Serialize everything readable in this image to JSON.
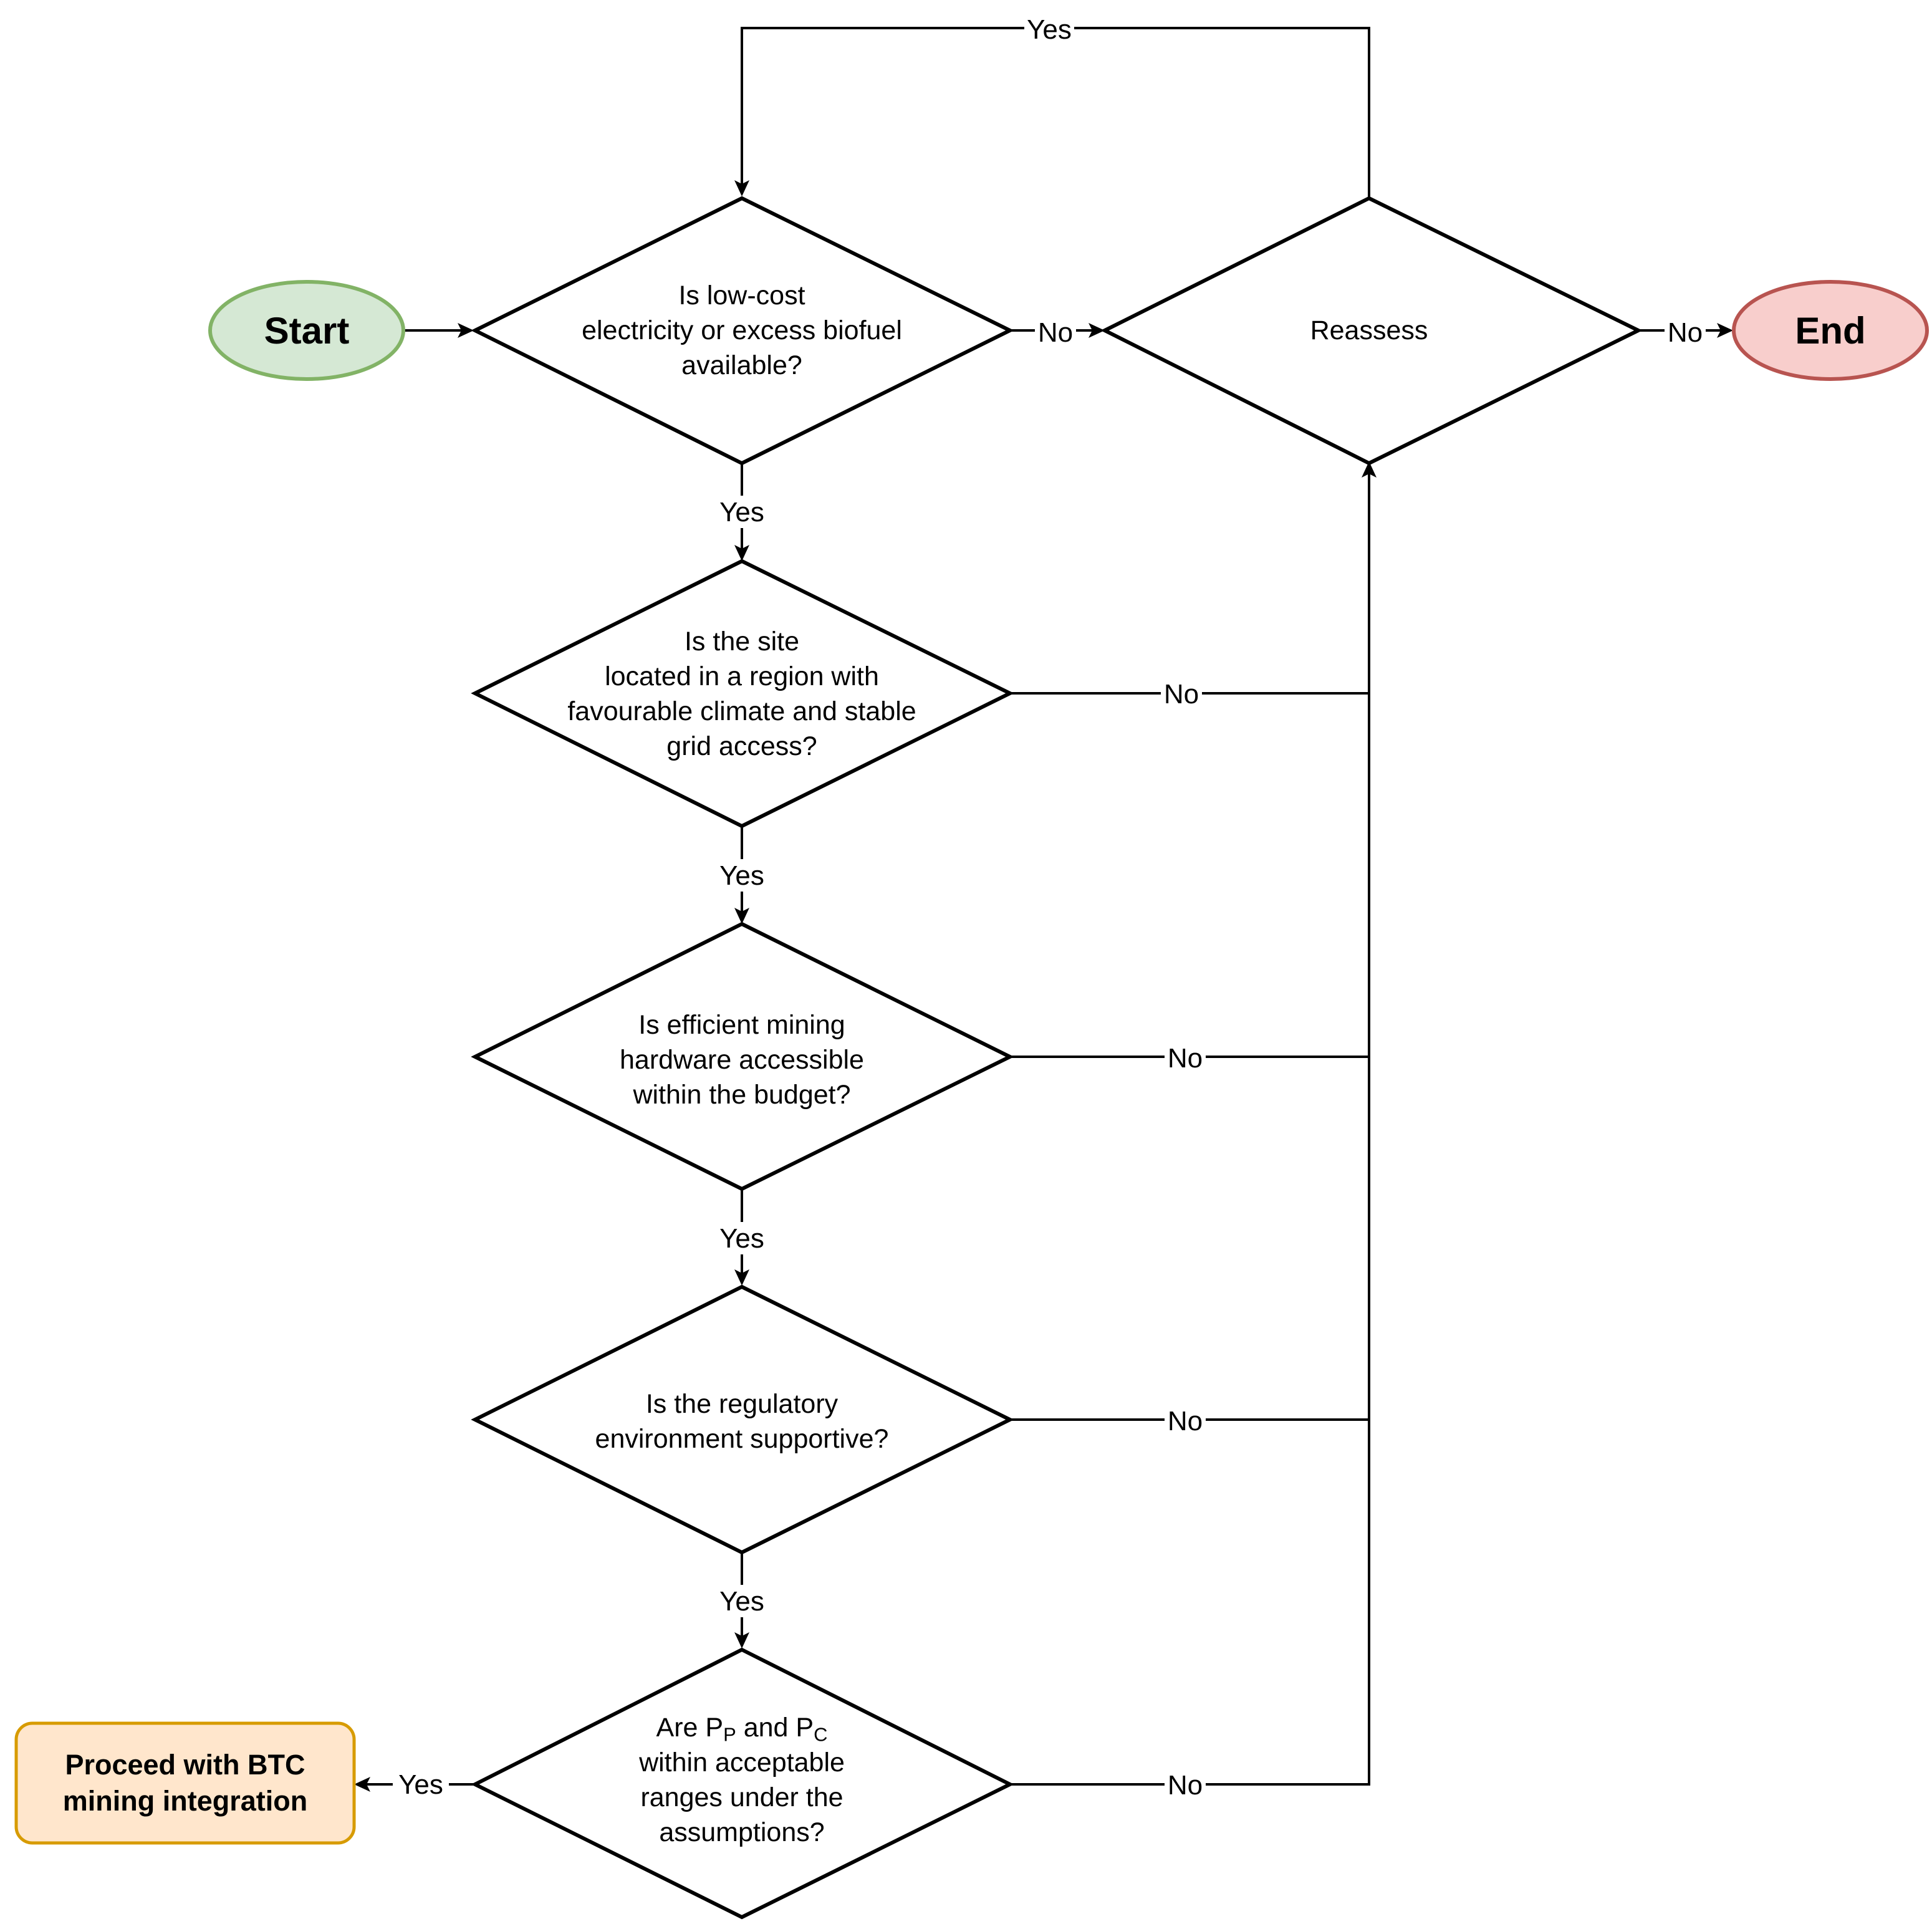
{
  "nodes": {
    "start": {
      "label": "Start"
    },
    "end": {
      "label": "End"
    },
    "reassess": {
      "label": "Reassess"
    },
    "q1": {
      "lines": [
        "Is low-cost",
        "electricity or excess biofuel",
        "available?"
      ]
    },
    "q2": {
      "lines": [
        "Is the site",
        "located in a region with",
        "favourable climate and stable",
        "grid access?"
      ]
    },
    "q3": {
      "lines": [
        "Is efficient mining",
        "hardware accessible",
        "within the budget?"
      ]
    },
    "q4": {
      "lines": [
        "Is the regulatory",
        "environment supportive?"
      ]
    },
    "q5": {
      "line1": {
        "prefix": "Are P",
        "sub1": "P",
        "middle": " and P",
        "sub2": "C"
      },
      "lines": [
        "within acceptable",
        "ranges under the",
        "assumptions?"
      ]
    },
    "proceed": {
      "lines": [
        "Proceed with BTC",
        "mining integration"
      ]
    }
  },
  "edges": {
    "yes": "Yes",
    "no": "No"
  }
}
